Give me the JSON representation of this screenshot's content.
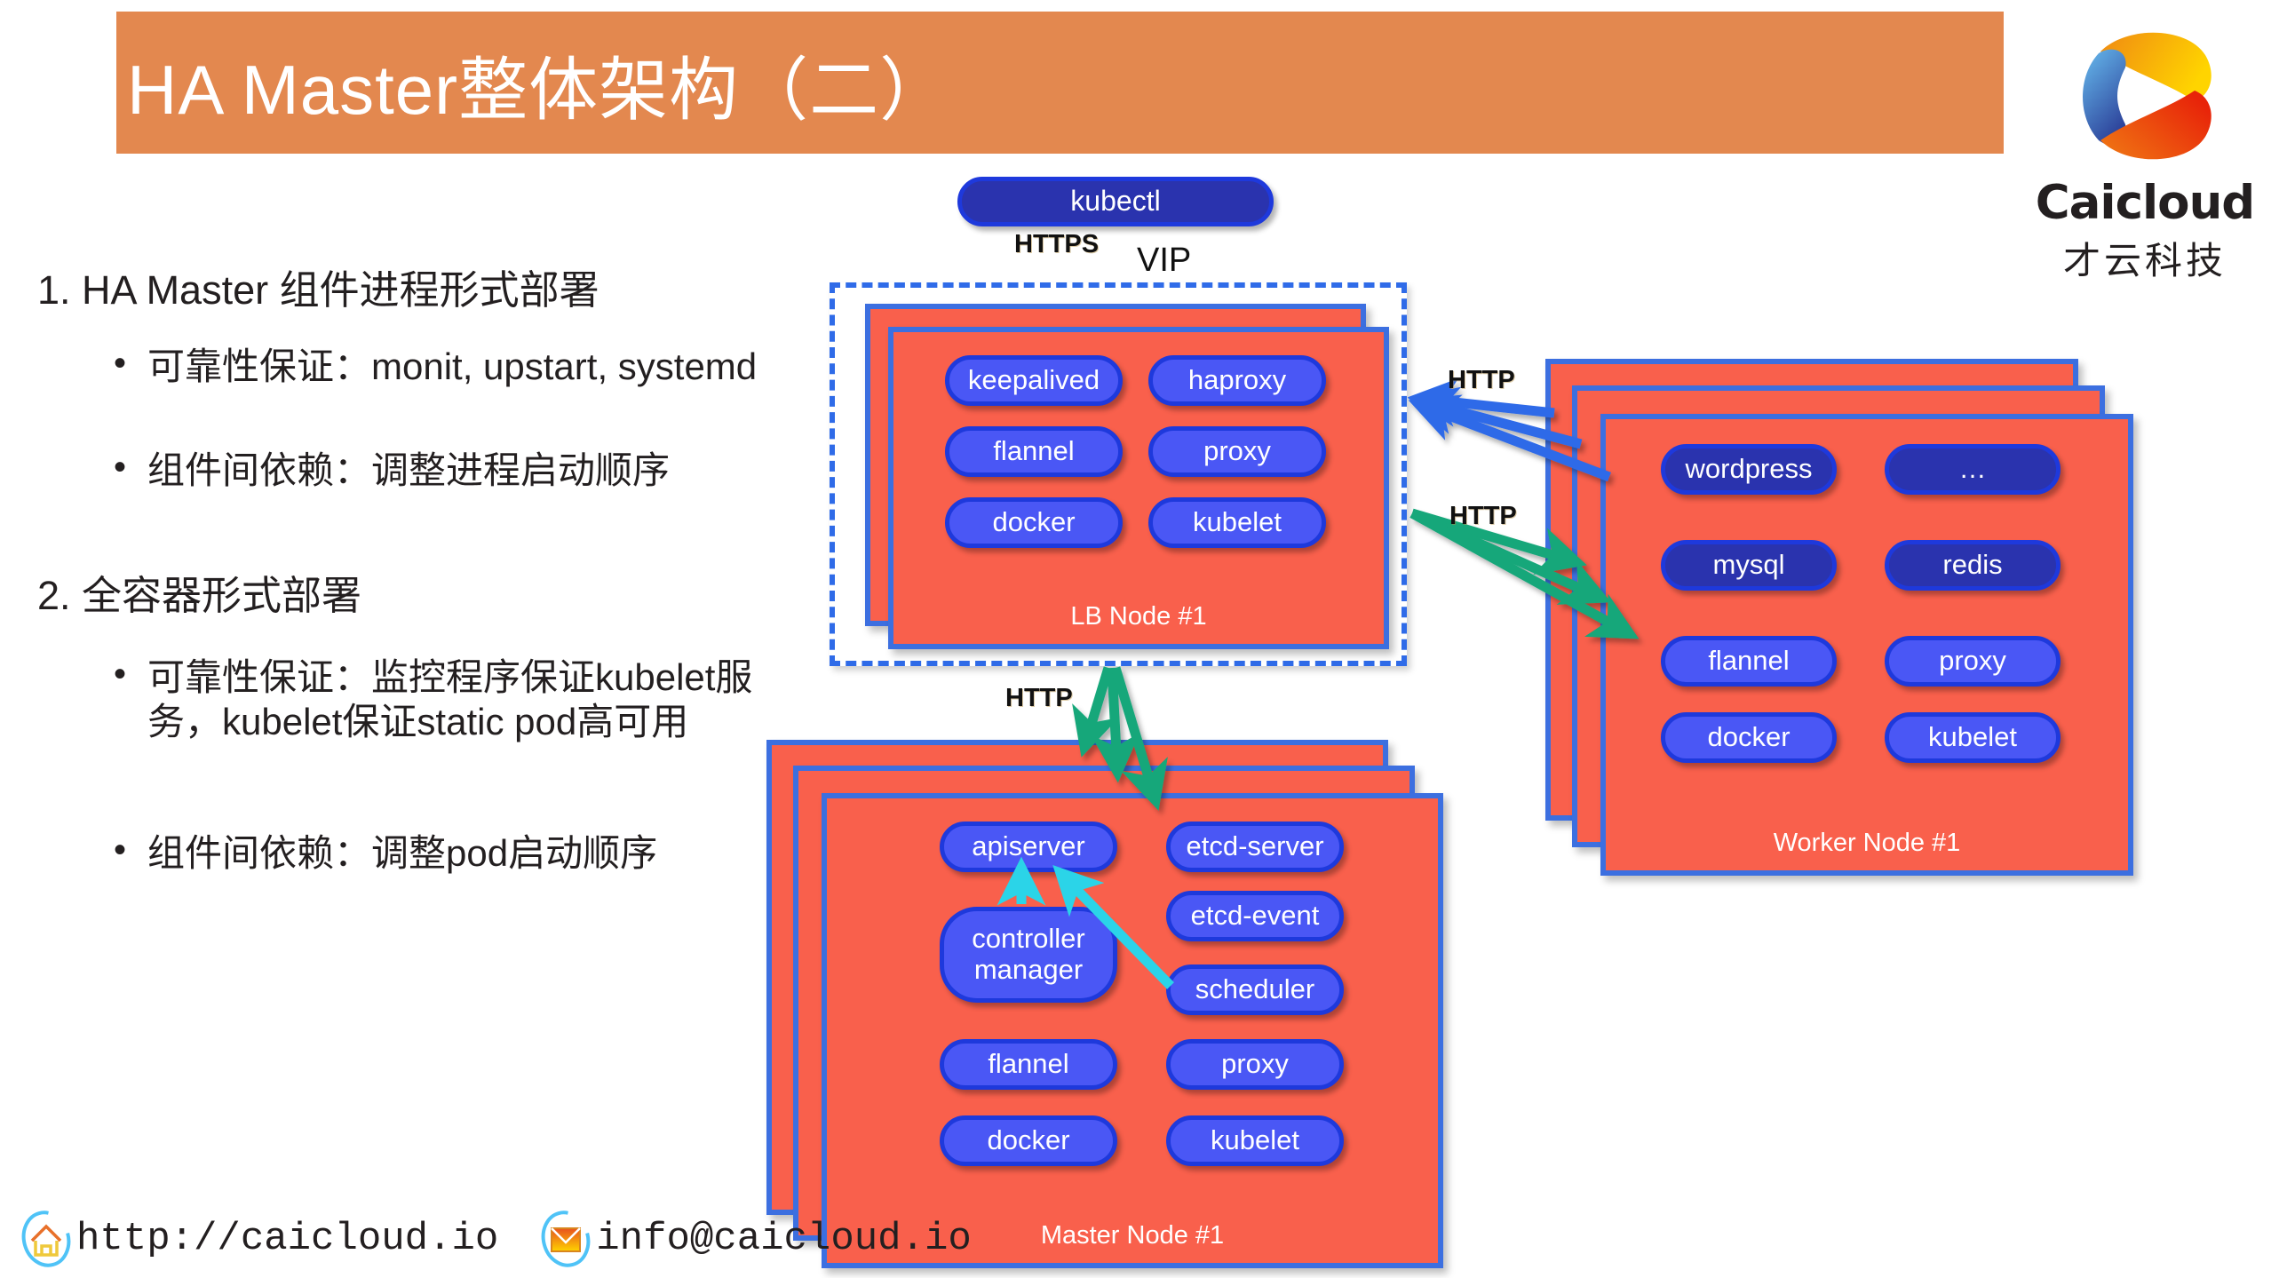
{
  "slide": {
    "title": "HA Master整体架构（二）",
    "accent_orange": "#E3884F",
    "node_fill": "#F9604C",
    "node_border": "#3C6FE0",
    "pill_blue": "#4A57F5",
    "pill_navy": "#2A33AE",
    "arrow_blue": "#2F6BE8",
    "arrow_green": "#15A77A",
    "arrow_cyan": "#2BD4E8"
  },
  "logo": {
    "mark": "caicloud-c-mark",
    "wordmark": "Caicloud",
    "subtitle": "才云科技"
  },
  "content": {
    "sections": [
      {
        "heading": "1. HA Master 组件进程形式部署",
        "bullets": [
          "可靠性保证：monit, upstart, systemd",
          "组件间依赖：调整进程启动顺序"
        ]
      },
      {
        "heading": "2. 全容器形式部署",
        "bullets": [
          "可靠性保证：监控程序保证kubelet服务，kubelet保证static pod高可用",
          "组件间依赖：调整pod启动顺序"
        ]
      }
    ]
  },
  "diagram": {
    "client": {
      "label": "kubectl"
    },
    "connections": [
      {
        "id": "kubectl-to-vip",
        "protocol": "HTTPS",
        "endpoint": "VIP",
        "color": "#2F6BE8"
      },
      {
        "id": "worker-to-lb",
        "protocol": "HTTP",
        "color": "#2F6BE8"
      },
      {
        "id": "lb-to-worker",
        "protocol": "HTTP",
        "color": "#15A77A"
      },
      {
        "id": "lb-to-master",
        "protocol": "HTTP",
        "color": "#15A77A"
      }
    ],
    "lb_group": {
      "boundary": "dashed-vip-boundary",
      "stack_count": 2,
      "label": "LB Node #1",
      "components": [
        {
          "label": "keepalived",
          "style": "blue"
        },
        {
          "label": "haproxy",
          "style": "blue"
        },
        {
          "label": "flannel",
          "style": "blue"
        },
        {
          "label": "proxy",
          "style": "blue"
        },
        {
          "label": "docker",
          "style": "blue"
        },
        {
          "label": "kubelet",
          "style": "blue"
        }
      ]
    },
    "worker_group": {
      "stack_count": 3,
      "label": "Worker Node #1",
      "components": [
        {
          "label": "wordpress",
          "style": "navy"
        },
        {
          "label": "…",
          "style": "navy"
        },
        {
          "label": "mysql",
          "style": "navy"
        },
        {
          "label": "redis",
          "style": "navy"
        },
        {
          "label": "flannel",
          "style": "blue"
        },
        {
          "label": "proxy",
          "style": "blue"
        },
        {
          "label": "docker",
          "style": "blue"
        },
        {
          "label": "kubelet",
          "style": "blue"
        }
      ]
    },
    "master_group": {
      "stack_count": 3,
      "label": "Master Node #1",
      "components": [
        {
          "label": "apiserver",
          "style": "blue"
        },
        {
          "label": "etcd-server",
          "style": "blue"
        },
        {
          "label": "controller manager",
          "style": "blue"
        },
        {
          "label": "etcd-event",
          "style": "blue"
        },
        {
          "label": "scheduler",
          "style": "blue"
        },
        {
          "label": "flannel",
          "style": "blue"
        },
        {
          "label": "proxy",
          "style": "blue"
        },
        {
          "label": "docker",
          "style": "blue"
        },
        {
          "label": "kubelet",
          "style": "blue"
        }
      ]
    }
  },
  "footer": {
    "website": "http://caicloud.io",
    "email": "info@caicloud.io"
  }
}
